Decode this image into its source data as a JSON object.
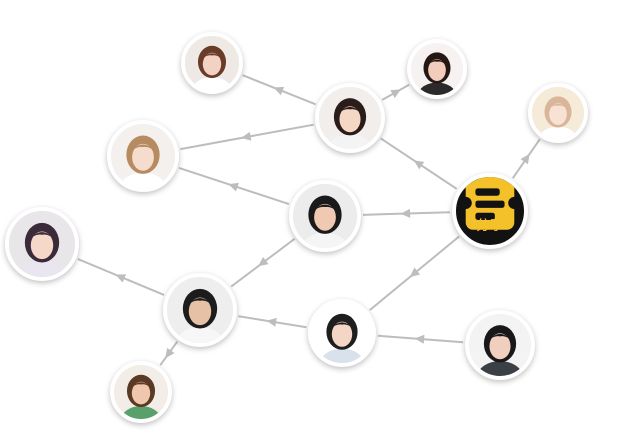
{
  "graph": {
    "center_label": "分享",
    "colors": {
      "edge": "#bdbdbd",
      "node_border": "#ffffff",
      "hub_background": "#121212",
      "hub_accent": "#f5c12a"
    },
    "nodes": [
      {
        "id": "hub",
        "kind": "hub"
      },
      {
        "id": "girl-a",
        "kind": "avatar",
        "hair": "#6b3b2a",
        "skin": "#f3d2c4",
        "bg": "#efe9e6",
        "top": "#ffffff"
      },
      {
        "id": "girl-b",
        "kind": "avatar",
        "hair": "#2a1c18",
        "skin": "#f5d7c6",
        "bg": "#f1eeec",
        "top": "#f4f4f4"
      },
      {
        "id": "girl-c",
        "kind": "avatar",
        "hair": "#241714",
        "skin": "#f2cdbc",
        "bg": "#f6f2f1",
        "top": "#2a2a2a"
      },
      {
        "id": "girl-d",
        "kind": "avatar",
        "hair": "#b78b62",
        "skin": "#f6dccd",
        "bg": "#f3f0ee",
        "top": "#ffffff"
      },
      {
        "id": "girl-e",
        "kind": "avatar",
        "hair": "#d9b59a",
        "skin": "#f7e2d3",
        "bg": "#f6ead9",
        "top": "#ffffff"
      },
      {
        "id": "guy-cap",
        "kind": "avatar",
        "hair": "#1a1a1a",
        "skin": "#efc9b2",
        "bg": "#ececec",
        "top": "#f5f5f5"
      },
      {
        "id": "girl-f",
        "kind": "avatar",
        "hair": "#3a2a3a",
        "skin": "#f5d8c8",
        "bg": "#e9e6e9",
        "top": "#e9e6ef"
      },
      {
        "id": "guy-lie",
        "kind": "avatar",
        "hair": "#1c1c1c",
        "skin": "#e7c1a6",
        "bg": "#eeeeee",
        "top": "#f7f7f7"
      },
      {
        "id": "girl-g",
        "kind": "avatar",
        "hair": "#1e1e1e",
        "skin": "#f4d6c6",
        "bg": "#ffffff",
        "top": "#d8e1ec"
      },
      {
        "id": "girl-h",
        "kind": "avatar",
        "hair": "#181818",
        "skin": "#f1cfbf",
        "bg": "#f3f3f3",
        "top": "#3b4046"
      },
      {
        "id": "girl-i",
        "kind": "avatar",
        "hair": "#5a3a25",
        "skin": "#f0c7ae",
        "bg": "#f3ede7",
        "top": "#5aa06a"
      }
    ],
    "edges": [
      {
        "from": "hub",
        "to": "girl-e"
      },
      {
        "from": "hub",
        "to": "girl-b"
      },
      {
        "from": "hub",
        "to": "guy-cap"
      },
      {
        "from": "hub",
        "to": "girl-g"
      },
      {
        "from": "girl-b",
        "to": "girl-c"
      },
      {
        "from": "girl-b",
        "to": "girl-a"
      },
      {
        "from": "girl-b",
        "to": "girl-d"
      },
      {
        "from": "guy-cap",
        "to": "girl-d"
      },
      {
        "from": "guy-cap",
        "to": "guy-lie"
      },
      {
        "from": "girl-h",
        "to": "girl-g"
      },
      {
        "from": "girl-g",
        "to": "guy-lie"
      },
      {
        "from": "guy-lie",
        "to": "girl-f"
      },
      {
        "from": "guy-lie",
        "to": "girl-i"
      }
    ]
  }
}
